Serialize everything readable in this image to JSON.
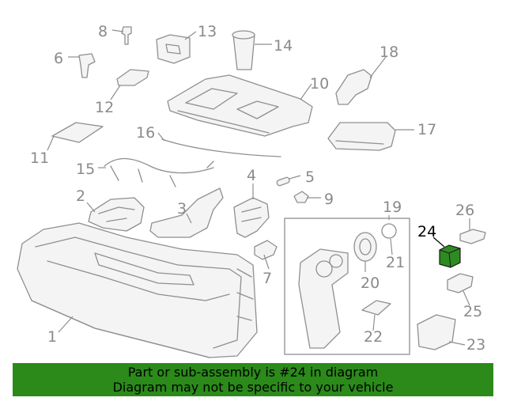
{
  "callouts": [
    "1",
    "2",
    "3",
    "4",
    "5",
    "6",
    "7",
    "8",
    "9",
    "10",
    "11",
    "12",
    "13",
    "14",
    "15",
    "16",
    "17",
    "18",
    "19",
    "20",
    "21",
    "22",
    "23",
    "24",
    "25",
    "26"
  ],
  "highlighted_callout": "24",
  "colors": {
    "highlight_part": "#2e8b22",
    "banner_bg": "#2b8a1a",
    "line_art": "#8f8f8f"
  },
  "banner": {
    "line1": "Part or sub-assembly is #24 in diagram",
    "line2": "Diagram may not be specific to your vehicle"
  }
}
